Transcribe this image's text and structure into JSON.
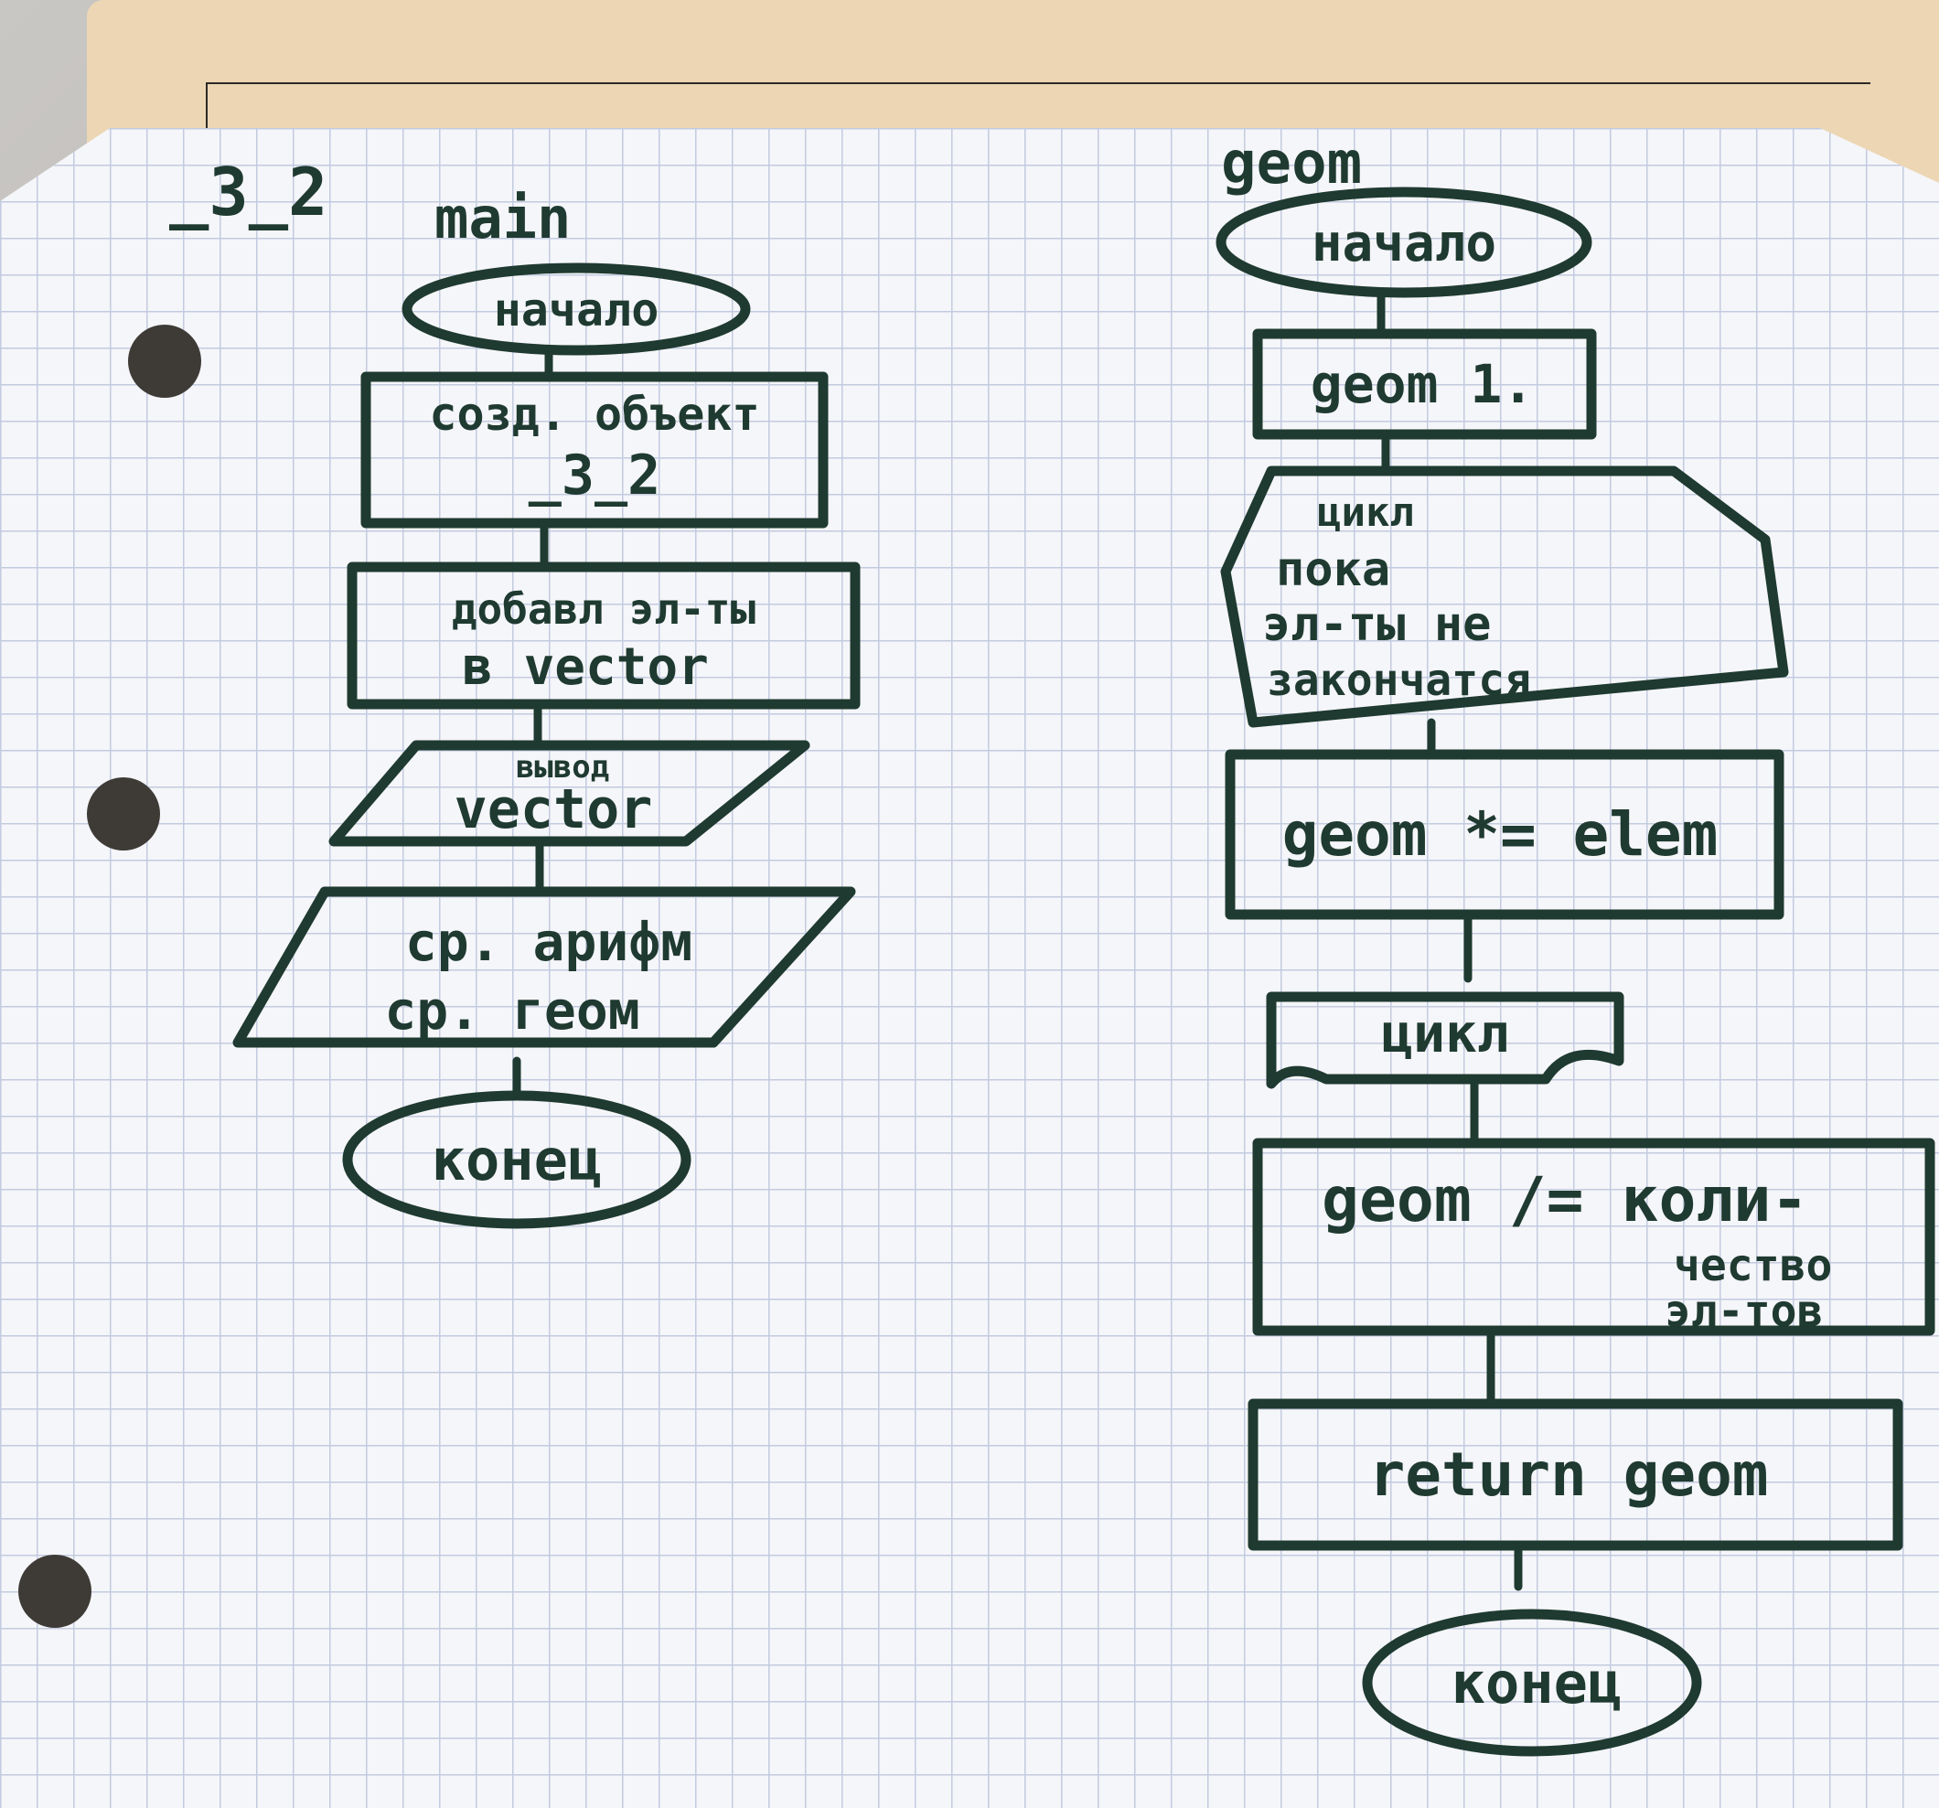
{
  "page_title": "_3_2",
  "main": {
    "title": "main",
    "start": "начало",
    "create": [
      "созд. объект",
      "_3_2"
    ],
    "add": [
      "добавл эл-ты",
      "в vector"
    ],
    "output_vector": [
      "вывод",
      "vector"
    ],
    "output_means": [
      "ср. арифм",
      "ср. геом"
    ],
    "end": "конец"
  },
  "geom": {
    "title": "geom",
    "start": "начало",
    "init": "geom 1.",
    "loop_start": [
      "цикл",
      "пока",
      "эл-ты не",
      "закончатся"
    ],
    "multiply": "geom *= elem",
    "loop_end": "цикл",
    "divide": [
      "geom /= коли-",
      "чество",
      "эл-тов"
    ],
    "return": "return geom",
    "end": "конец"
  },
  "colors": {
    "ink": "#1f3a30",
    "paper": "#f5f6f9",
    "grid": "#c3cbe0"
  }
}
